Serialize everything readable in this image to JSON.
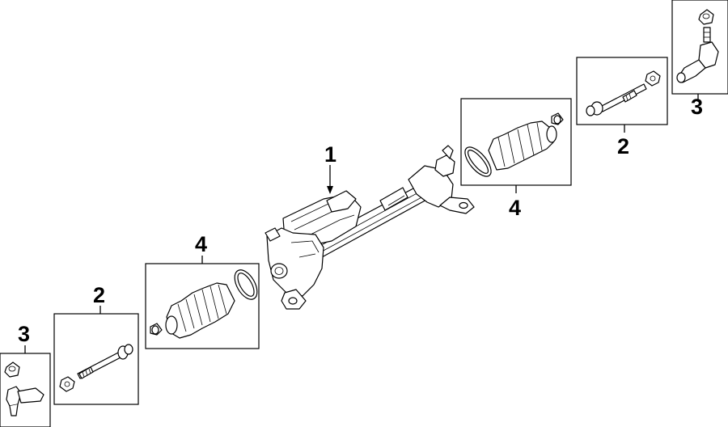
{
  "callouts": {
    "steering_gear": "1",
    "inner_tie_rod_left": "2",
    "inner_tie_rod_right": "2",
    "tie_rod_end_left": "3",
    "tie_rod_end_right": "3",
    "boot_kit_left": "4",
    "boot_kit_right": "4"
  }
}
